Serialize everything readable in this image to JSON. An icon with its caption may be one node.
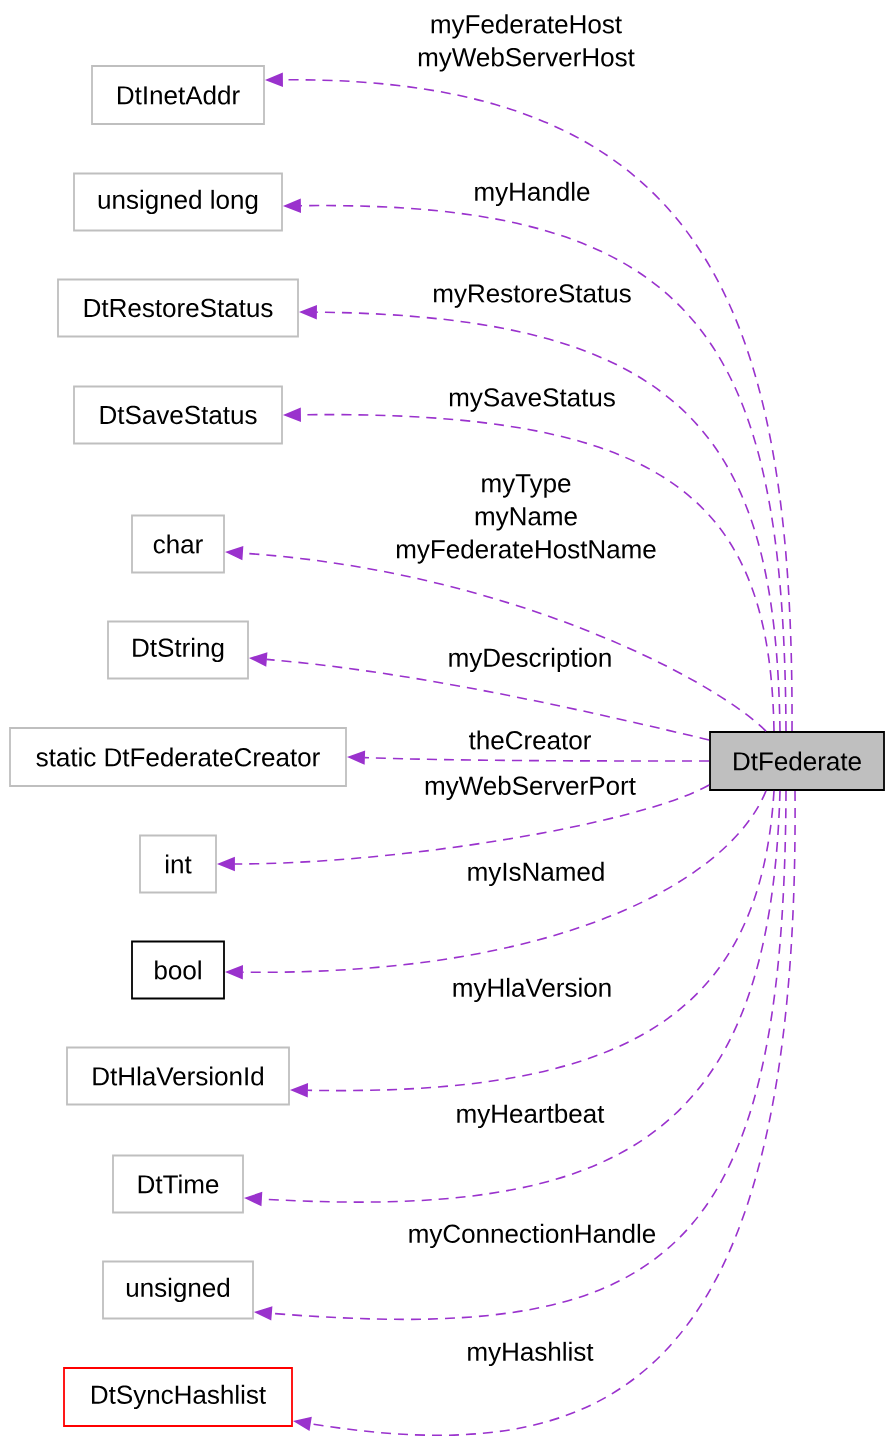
{
  "diagram": {
    "nodes": [
      {
        "text": [
          "DtInetAddr"
        ]
      },
      {
        "text": [
          "unsigned long"
        ]
      },
      {
        "text": [
          "DtRestoreStatus"
        ]
      },
      {
        "text": [
          "DtSaveStatus"
        ]
      },
      {
        "text": [
          "char"
        ]
      },
      {
        "text": [
          "DtString"
        ]
      },
      {
        "text": [
          "static DtFederateCreator"
        ]
      },
      {
        "text": [
          "int"
        ]
      },
      {
        "text": [
          "bool"
        ]
      },
      {
        "text": [
          "DtHlaVersionId"
        ]
      },
      {
        "text": [
          "DtTime"
        ]
      },
      {
        "text": [
          "unsigned"
        ]
      },
      {
        "text": [
          "DtSyncHashlist"
        ]
      },
      {
        "text": [
          "DtFederate"
        ]
      }
    ],
    "edges": [
      {
        "from": 13,
        "to": 0,
        "arrow": "to",
        "style": "dashed",
        "label": "myFederateHost myWebServerHost"
      },
      {
        "from": 13,
        "to": 1,
        "arrow": "to",
        "style": "dashed",
        "label": "myHandle"
      },
      {
        "from": 13,
        "to": 2,
        "arrow": "to",
        "style": "dashed",
        "label": "myRestoreStatus"
      },
      {
        "from": 13,
        "to": 3,
        "arrow": "to",
        "style": "dashed",
        "label": "mySaveStatus"
      },
      {
        "from": 13,
        "to": 4,
        "arrow": "to",
        "style": "dashed",
        "label": "myType myName myFederateHostName"
      },
      {
        "from": 13,
        "to": 5,
        "arrow": "to",
        "style": "dashed",
        "label": "myDescription"
      },
      {
        "from": 13,
        "to": 6,
        "arrow": "to",
        "style": "dashed",
        "label": "theCreator"
      },
      {
        "from": 13,
        "to": 7,
        "arrow": "to",
        "style": "dashed",
        "label": "myWebServerPort"
      },
      {
        "from": 13,
        "to": 8,
        "arrow": "to",
        "style": "dashed",
        "label": "myIsNamed"
      },
      {
        "from": 13,
        "to": 9,
        "arrow": "to",
        "style": "dashed",
        "label": "myHlaVersion"
      },
      {
        "from": 13,
        "to": 10,
        "arrow": "to",
        "style": "dashed",
        "label": "myHeartbeat"
      },
      {
        "from": 13,
        "to": 11,
        "arrow": "to",
        "style": "dashed",
        "label": "myConnectionHandle"
      },
      {
        "from": 13,
        "to": 12,
        "arrow": "to",
        "style": "dashed",
        "label": "myHashlist"
      }
    ]
  }
}
